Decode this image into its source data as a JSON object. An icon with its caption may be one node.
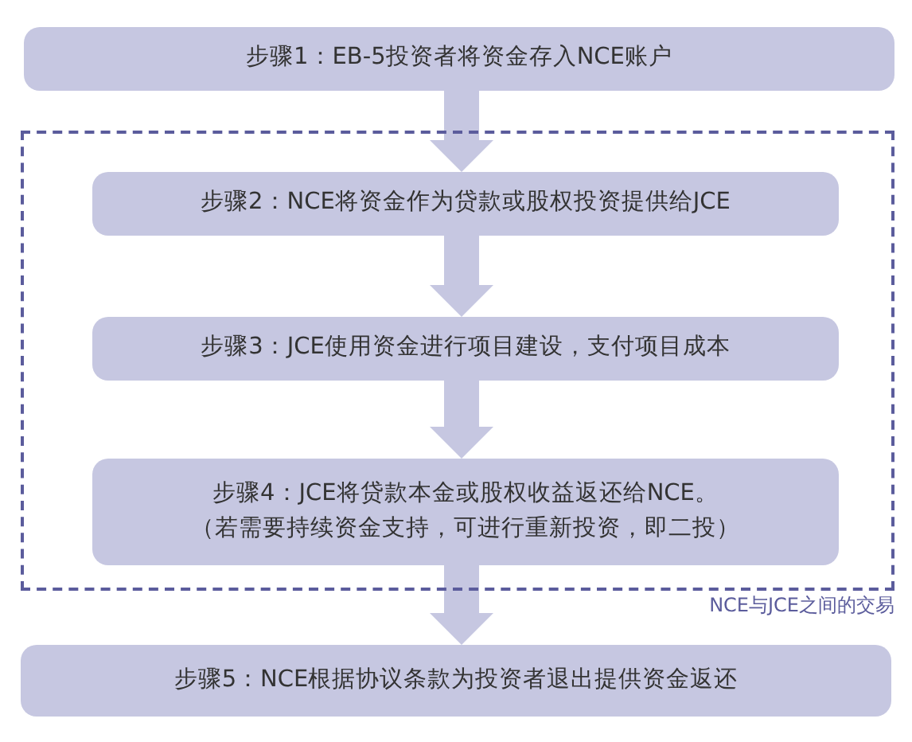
{
  "diagram": {
    "nodes": [
      {
        "text": [
          "步骤1：EB-5投资者将资金存入NCE账户"
        ]
      },
      {
        "text": [
          "NCE与JCE之间的交易"
        ]
      },
      {
        "text": [
          "步骤2：NCE将资金作为贷款或股权投资提供给JCE"
        ],
        "in": 1
      },
      {
        "text": [
          "步骤3：JCE使用资金进行项目建设，支付项目成本"
        ],
        "in": 1
      },
      {
        "text": [
          "步骤4：JCE将贷款本金或股权收益返还给NCE。",
          "（若需要持续资金支持，可进行重新投资，即二投）"
        ],
        "in": 1
      },
      {
        "text": [
          "步骤5：NCE根据协议条款为投资者退出提供资金返还"
        ]
      }
    ],
    "edges": [
      {
        "from": 0,
        "to": 2,
        "arrow": "to"
      },
      {
        "from": 2,
        "to": 3,
        "arrow": "to"
      },
      {
        "from": 3,
        "to": 4,
        "arrow": "to"
      },
      {
        "from": 4,
        "to": 5,
        "arrow": "to"
      }
    ]
  }
}
